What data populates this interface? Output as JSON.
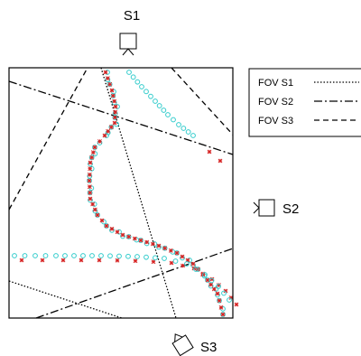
{
  "sensors": [
    {
      "id": "s1",
      "label": "S1"
    },
    {
      "id": "s2",
      "label": "S2"
    },
    {
      "id": "s3",
      "label": "S3"
    }
  ],
  "legend": [
    {
      "label": "FOV S1",
      "line_style": "dotted"
    },
    {
      "label": "FOV S2",
      "line_style": "dash-dot"
    },
    {
      "label": "FOV S3",
      "line_style": "dashed"
    }
  ],
  "colors": {
    "estimate_marker": "#d62020",
    "reference_marker": "#33cccc",
    "lines": "#000000"
  }
}
